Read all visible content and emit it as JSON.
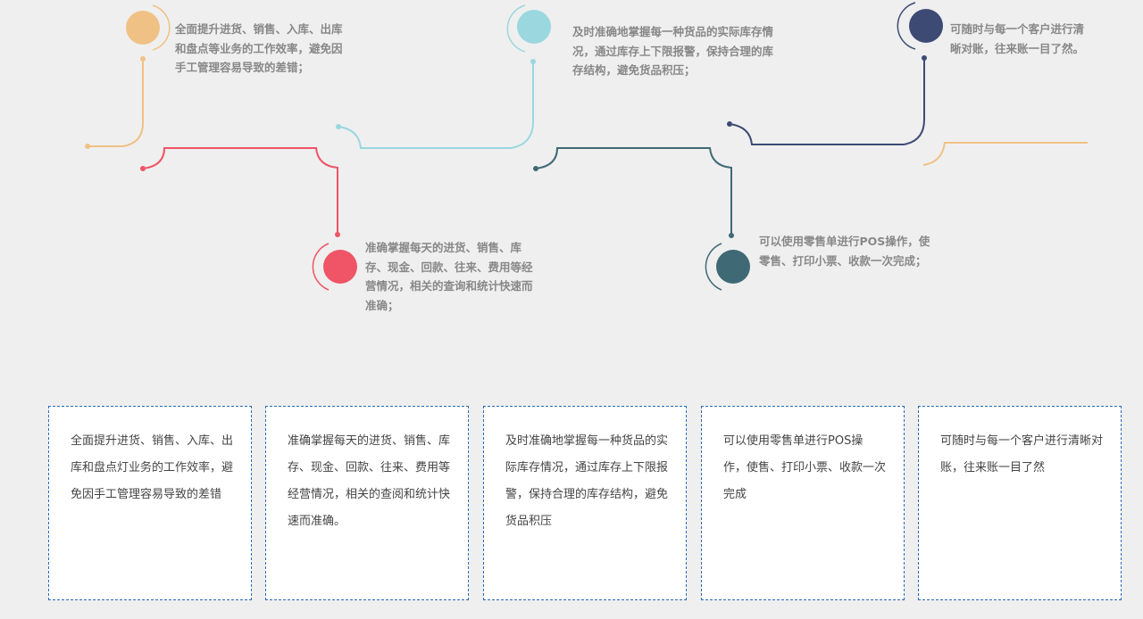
{
  "timeline": {
    "colors": {
      "step1": "#f0c185",
      "step2": "#ef5566",
      "step3": "#9bd7df",
      "step4": "#3f6974",
      "step5": "#3d4a74"
    },
    "notes": [
      "全面提升进货、销售、入库、出库和盘点等业务的工作效率，避免因手工管理容易导致的差错；",
      "准确掌握每天的进货、销售、库存、现金、回款、往来、费用等经营情况，相关的查询和统计快速而准确；",
      "及时准确地掌握每一种货品的实际库存情况，通过库存上下限报警，保持合理的库存结构，避免货品积压；",
      "可以使用零售单进行POS操作，使零售、打印小票、收款一次完成；",
      "可随时与每一个客户进行清晰对账，往来账一目了然。"
    ]
  },
  "cards": [
    "全面提升进货、销售、入库、出库和盘点灯业务的工作效率，避免因手工管理容易导致的差错",
    "准确掌握每天的进货、销售、库存、现金、回款、往来、费用等经营情况，相关的查阅和统计快速而准确。",
    "及时准确地掌握每一种货品的实际库存情况，通过库存上下限报警，保持合理的库存结构，避免货品积压",
    "可以使用零售单进行POS操作，使售、打印小票、收款一次完成",
    "可随时与每一个客户进行清晰对账，往来账一目了然"
  ]
}
